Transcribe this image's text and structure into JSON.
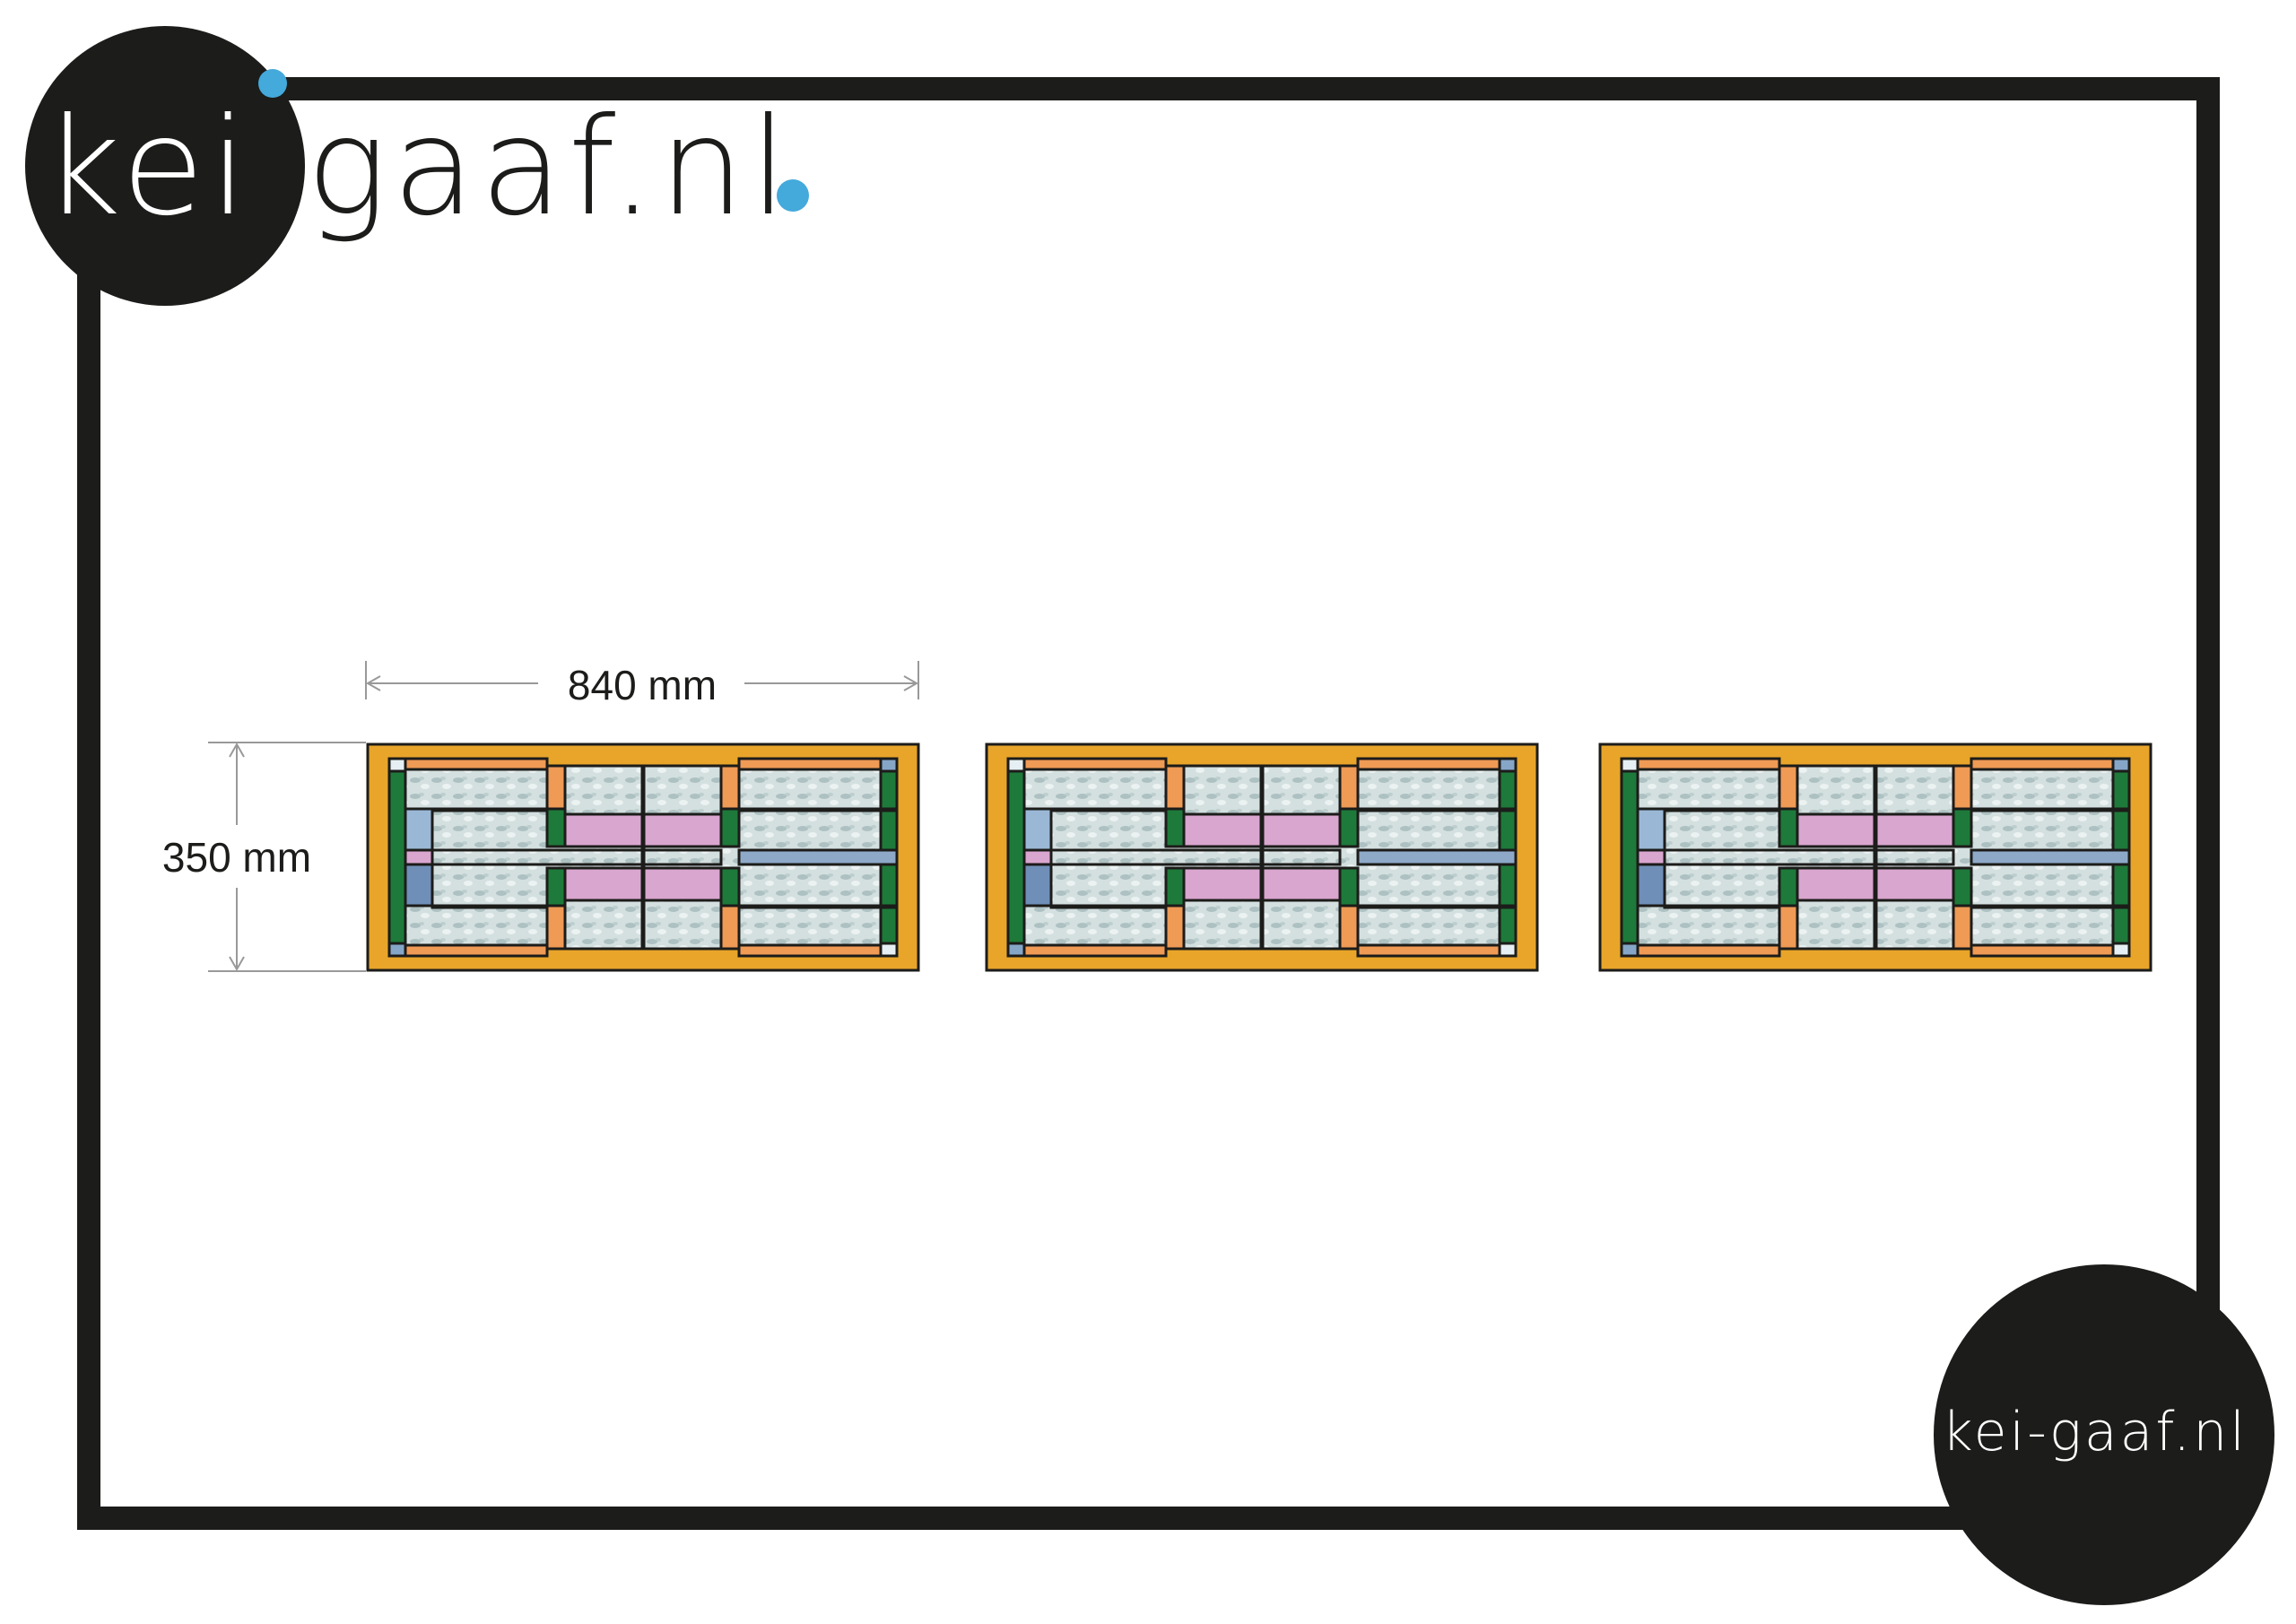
{
  "logo": {
    "top_text_part1": "kei",
    "top_text_part2": "-gaaf",
    "top_text_part3": ".nl",
    "bottom_text": "kei-gaaf.nl",
    "accent_color": "#44a9db",
    "dark_color": "#1c1c1a"
  },
  "dimensions": {
    "width_label": "840 mm",
    "height_label": "350 mm"
  },
  "panels": {
    "count": 3,
    "glass_colors": {
      "amber": "#e8a52a",
      "orange": "#ef9a55",
      "green": "#1e7a3a",
      "pink": "#d9a6cf",
      "blue": "#8ea9c8",
      "clear": "#cfdcdc",
      "lead": "#1c1c1a"
    }
  }
}
